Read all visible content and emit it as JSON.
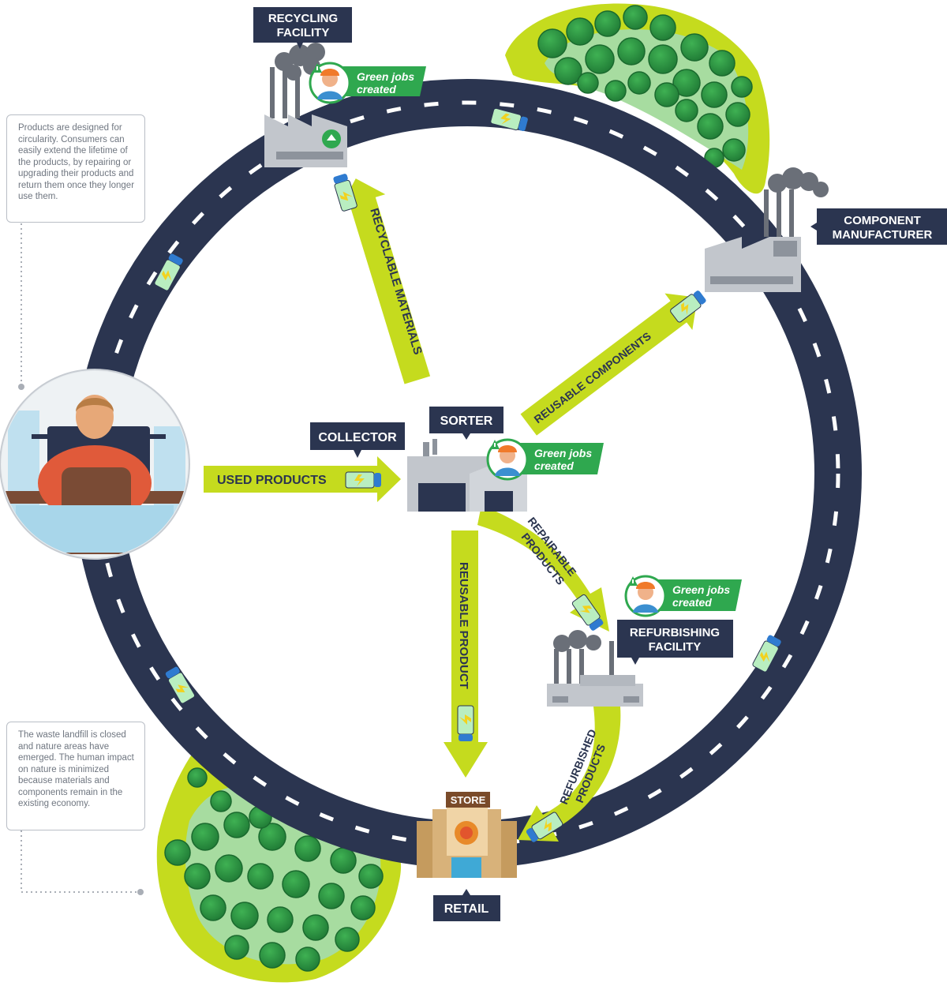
{
  "notes": {
    "top": "Products are designed for circularity. Consumers can easily extend the lifetime of the products, by repairing or upgrading their products and return them once they longer use them.",
    "bottom": "The waste landfill is closed and nature areas have emerged. The human impact on nature is minimized because materials and components remain in the existing economy."
  },
  "labels": {
    "recycling": [
      "RECYCLING",
      "FACILITY"
    ],
    "component": [
      "COMPONENT",
      "MANUFACTURER"
    ],
    "collector": "COLLECTOR",
    "sorter": "SORTER",
    "refurbishing": [
      "REFURBISHING",
      "FACILITY"
    ],
    "retail": "RETAIL",
    "store_sign": "STORE"
  },
  "arrows": {
    "used": "USED PRODUCTS",
    "recyclable": "RECYCLABLE MATERIALS",
    "reusable_components": "REUSABLE COMPONENTS",
    "repairable": [
      "REPAIRABLE",
      "PRODUCTS"
    ],
    "reusable_product": "REUSABLE PRODUCT",
    "refurbished": [
      "REFURBISHED",
      "PRODUCTS"
    ]
  },
  "green_jobs": [
    "Green jobs",
    "created"
  ],
  "colors": {
    "road": "#2b3550",
    "lime": "#c5db1e",
    "tree": "#2f9a44",
    "tree_dark": "#1f7a35",
    "label_bg": "#2b3550",
    "green_tag": "#2fa84f",
    "factory": "#c2c6cc",
    "smoke": "#6a6f78"
  }
}
